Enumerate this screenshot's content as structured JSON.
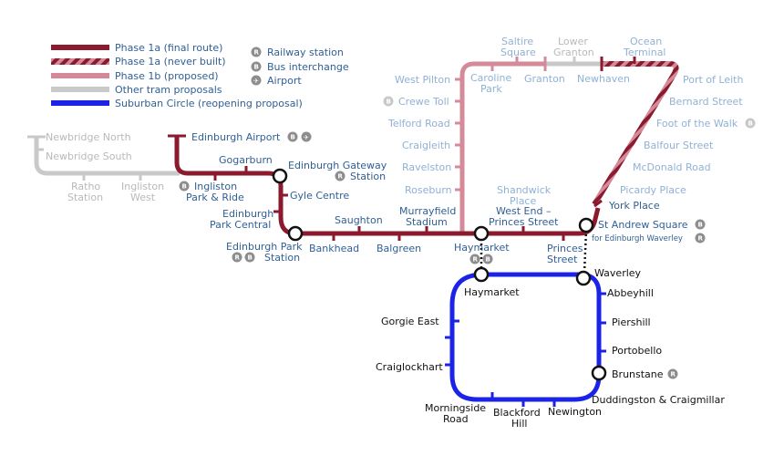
{
  "colors": {
    "phase_1a_final": "#8b1a2e",
    "phase_1a_never_built": "#8b1a2e",
    "phase_1b_proposed": "#d48a98",
    "other_proposals": "#c9c9c9",
    "suburban_circle": "#1b24e6"
  },
  "legend": {
    "phase_1a_final": "Phase 1a (final route)",
    "phase_1a_never_built": "Phase 1a (never built)",
    "phase_1b_proposed": "Phase 1b (proposed)",
    "other_proposals": "Other tram proposals",
    "suburban_circle": "Suburban Circle (reopening proposal)",
    "railway_station": "Railway station",
    "bus_interchange": "Bus interchange",
    "airport": "Airport"
  },
  "icons": {
    "railway_station": "railway-station-icon",
    "bus_interchange": "bus-interchange-icon",
    "airport": "airport-icon"
  },
  "stations": {
    "newbridge_north": "Newbridge North",
    "newbridge_south": "Newbridge South",
    "ratho_station_1": "Ratho",
    "ratho_station_2": "Station",
    "ingliston_west_1": "Ingliston",
    "ingliston_west_2": "West",
    "edinburgh_airport": "Edinburgh Airport",
    "gogarburn": "Gogarburn",
    "ingliston_park_ride_1": "Ingliston",
    "ingliston_park_ride_2": "Park & Ride",
    "edinburgh_gateway_1": "Edinburgh Gateway",
    "edinburgh_gateway_2": "Station",
    "gyle_centre": "Gyle Centre",
    "edinburgh_park_central_1": "Edinburgh",
    "edinburgh_park_central_2": "Park Central",
    "edinburgh_park_station_1": "Edinburgh Park",
    "edinburgh_park_station_2": "Station",
    "bankhead": "Bankhead",
    "saughton": "Saughton",
    "balgreen": "Balgreen",
    "murrayfield_1": "Murrayfield",
    "murrayfield_2": "Stadium",
    "haymarket_tram": "Haymarket",
    "west_end_1": "West End –",
    "west_end_2": "Princes Street",
    "shandwick_1": "Shandwick",
    "shandwick_2": "Place",
    "princes_street_1": "Princes",
    "princes_street_2": "Street",
    "st_andrew_square": "St Andrew Square",
    "st_andrew_note": "for Edinburgh Waverley",
    "york_place": "York Place",
    "picardy_place": "Picardy Place",
    "mcdonald_road": "McDonald Road",
    "balfour_street": "Balfour Street",
    "foot_of_the_walk": "Foot of the Walk",
    "bernard_street": "Bernard Street",
    "port_of_leith": "Port of Leith",
    "ocean_terminal_1": "Ocean",
    "ocean_terminal_2": "Terminal",
    "newhaven": "Newhaven",
    "lower_granton_1": "Lower",
    "lower_granton_2": "Granton",
    "granton": "Granton",
    "saltire_square_1": "Saltire",
    "saltire_square_2": "Square",
    "caroline_park_1": "Caroline",
    "caroline_park_2": "Park",
    "west_pilton": "West Pilton",
    "crewe_toll": "Crewe Toll",
    "telford_road": "Telford Road",
    "craigleith": "Craigleith",
    "ravelston": "Ravelston",
    "roseburn": "Roseburn",
    "haymarket_rail": "Haymarket",
    "waverley": "Waverley",
    "abbeyhill": "Abbeyhill",
    "piershill": "Piershill",
    "portobello": "Portobello",
    "brunstane": "Brunstane",
    "duddingston": "Duddingston & Craigmillar",
    "newington": "Newington",
    "blackford_hill_1": "Blackford",
    "blackford_hill_2": "Hill",
    "morningside_1": "Morningside",
    "morningside_2": "Road",
    "craiglockhart": "Craiglockhart",
    "gorgie_east": "Gorgie East"
  }
}
